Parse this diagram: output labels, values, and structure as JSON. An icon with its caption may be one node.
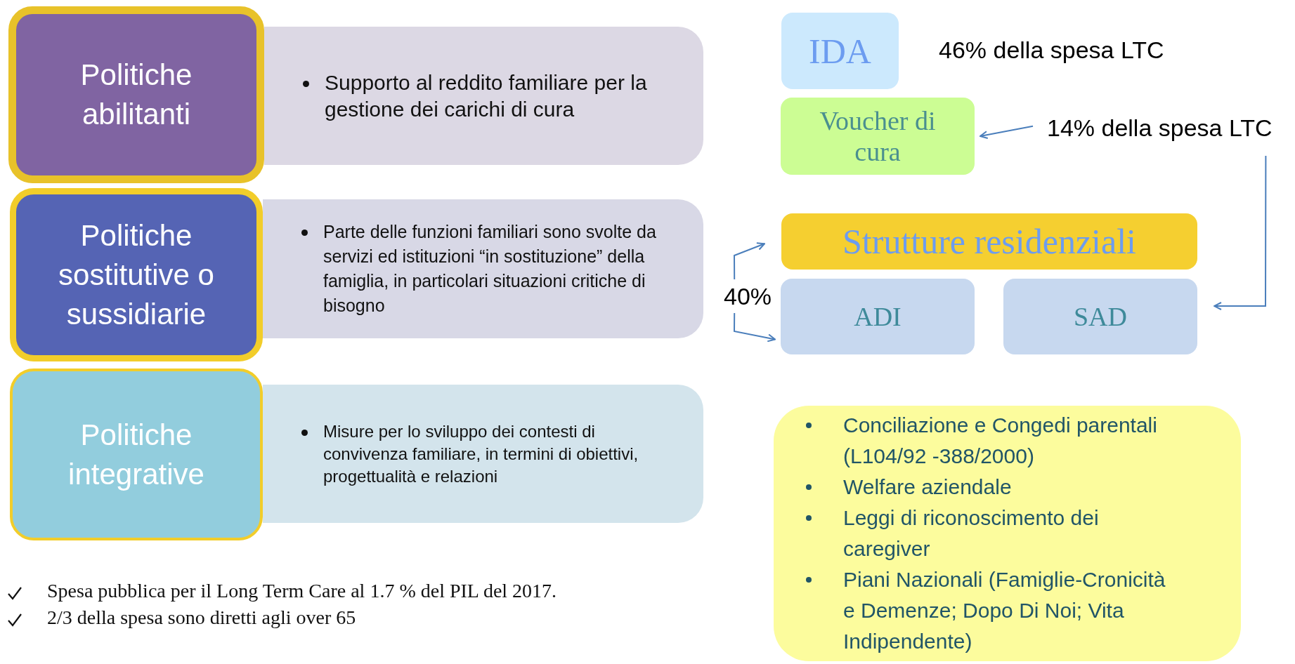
{
  "diagram": {
    "nodes": [
      {
        "text": [
          "Politiche abilitanti"
        ]
      },
      {
        "text": [
          "Supporto al reddito familiare per la gestione dei carichi di cura"
        ]
      },
      {
        "text": [
          "Politiche sostitutive o sussidiarie"
        ]
      },
      {
        "text": [
          "Parte delle funzioni familiari sono svolte da servizi ed istituzioni “in sostituzione” della famiglia, in particolari situazioni critiche di bisogno"
        ]
      },
      {
        "text": [
          "Politiche integrative"
        ]
      },
      {
        "text": [
          "Misure  per lo sviluppo dei contesti di convivenza familiare, in termini di obiettivi, progettualità e relazioni"
        ]
      },
      {
        "text": [
          "IDA"
        ],
        "beside": [
          "46% della spesa LTC"
        ]
      },
      {
        "text": [
          "Voucher di cura"
        ]
      },
      {
        "text": [
          "Strutture residenziali"
        ]
      },
      {
        "text": [
          "ADI"
        ]
      },
      {
        "text": [
          "SAD"
        ]
      },
      {
        "text": [
          "Conciliazione e Congedi parentali (L104/92 -388/2000)",
          "Welfare aziendale",
          "Leggi di riconoscimento dei caregiver",
          "Piani Nazionali (Famiglie-Cronicità e Demenze; Dopo Di Noi; Vita Indipendente)"
        ]
      },
      {
        "text": [
          "14% della spesa LTC"
        ]
      },
      {
        "text": [
          "40%"
        ]
      }
    ],
    "edges": [
      {
        "from": 12,
        "to": 7,
        "arrow": "to"
      },
      {
        "from": 12,
        "to": 10,
        "arrow": "to"
      },
      {
        "from": 13,
        "to": 8,
        "arrow": "to"
      },
      {
        "from": 13,
        "to": 9,
        "arrow": "to"
      }
    ],
    "labels": [
      "Spesa pubblica per il Long Term Care al 1.7 % del PIL del 2017.",
      "2/3 della spesa sono diretti agli over 65"
    ]
  }
}
